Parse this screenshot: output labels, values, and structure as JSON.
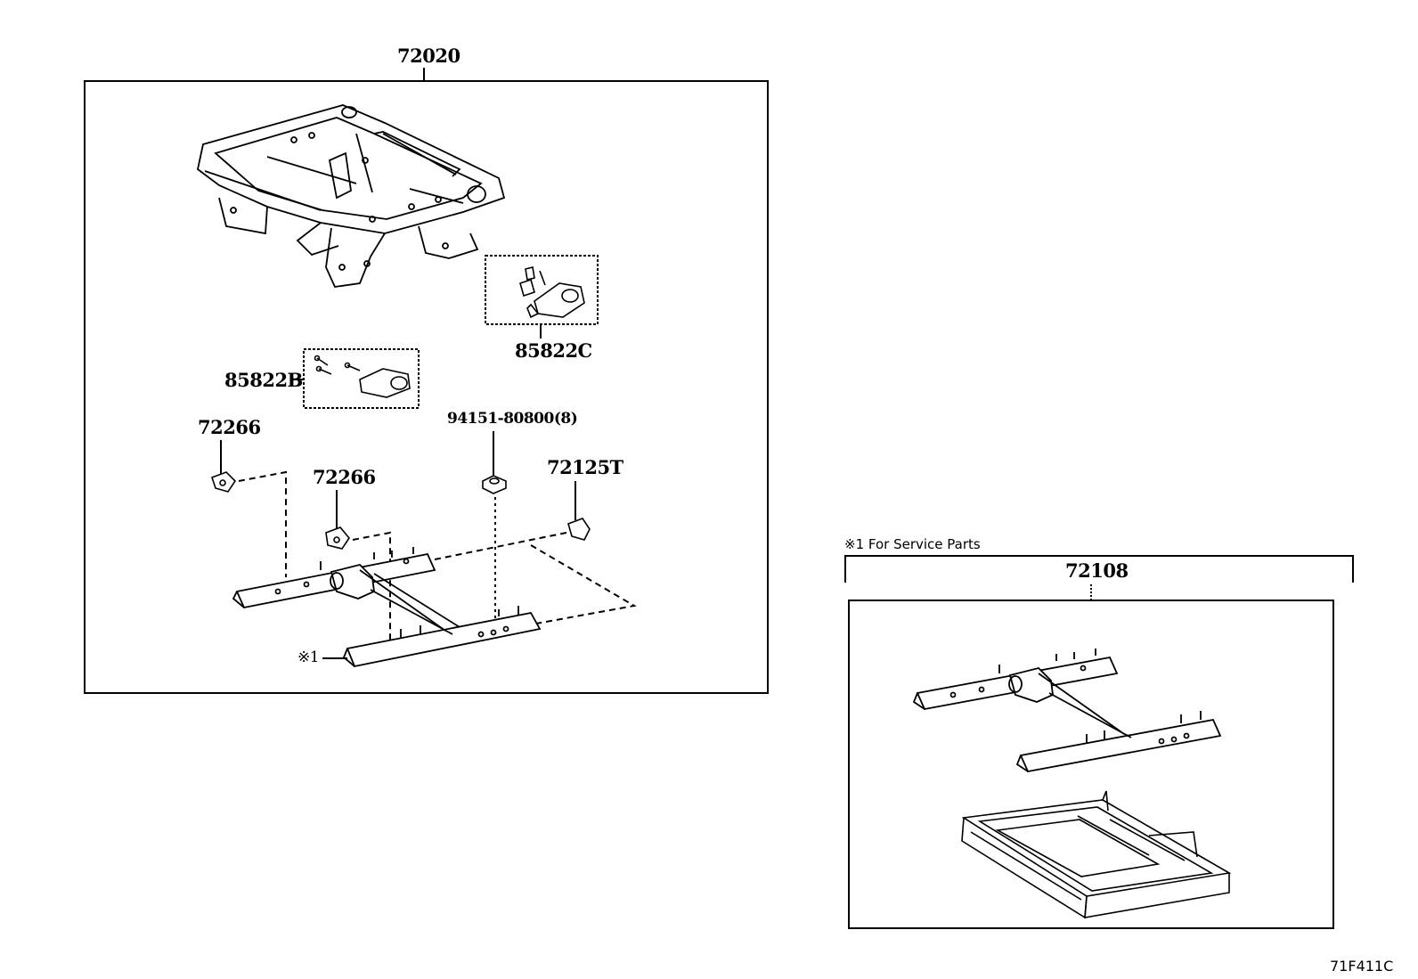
{
  "main_assembly": {
    "label": "72020"
  },
  "callouts": {
    "motor_c": "85822C",
    "motor_b": "85822B",
    "bracket_left": "72266",
    "bracket_mid": "72266",
    "nut": "94151-80800(8)",
    "cover": "72125T",
    "service_mark": "※1"
  },
  "service_parts": {
    "note": "※1 For Service Parts",
    "label": "72108"
  },
  "figure_code": "71F411C"
}
